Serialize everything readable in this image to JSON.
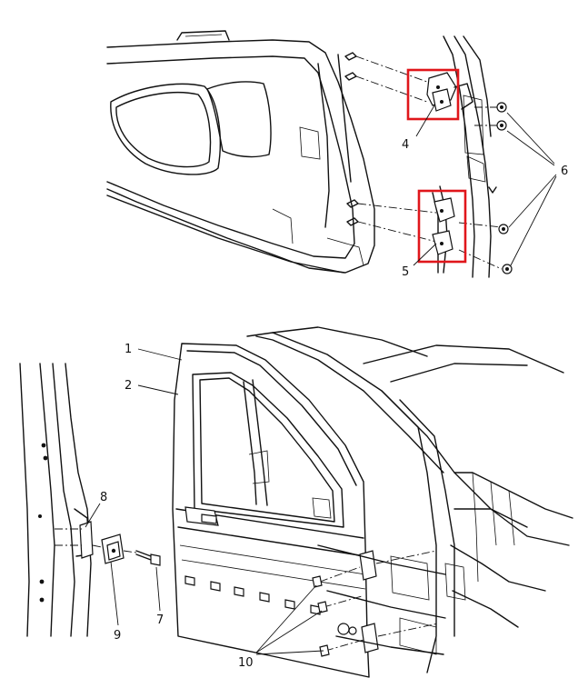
{
  "labels": [
    {
      "id": "1",
      "text": "1"
    },
    {
      "id": "2",
      "text": "2"
    },
    {
      "id": "4",
      "text": "4"
    },
    {
      "id": "5",
      "text": "5"
    },
    {
      "id": "6",
      "text": "6"
    },
    {
      "id": "7",
      "text": "7"
    },
    {
      "id": "8",
      "text": "8"
    },
    {
      "id": "9",
      "text": "9"
    },
    {
      "id": "10",
      "text": "10"
    }
  ],
  "highlight_color": "#e0161b"
}
